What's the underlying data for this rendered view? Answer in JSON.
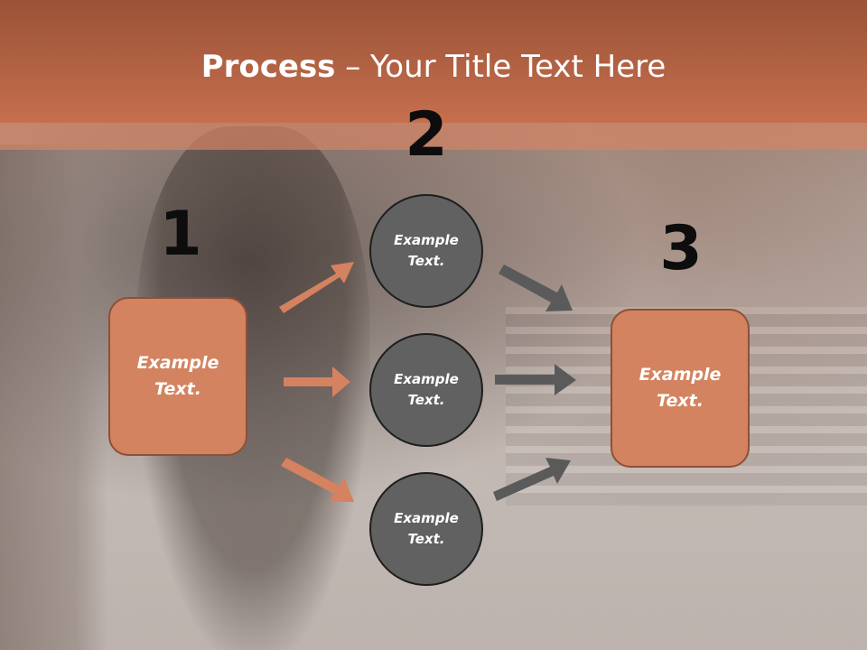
{
  "title": {
    "bold": "Process",
    "rest": " – Your Title Text Here"
  },
  "numbers": [
    "1",
    "2",
    "3"
  ],
  "left_box": {
    "text": "Example Text."
  },
  "right_box": {
    "text": "Example Text."
  },
  "circles": [
    {
      "text": "Example Text."
    },
    {
      "text": "Example Text."
    },
    {
      "text": "Example Text."
    }
  ],
  "colors": {
    "accent_orange": "#d3835f",
    "header": "#c66f4e",
    "circle_gray": "#616161",
    "arrow_gray": "#5a5a5a",
    "arrow_orange": "#d4825f"
  }
}
